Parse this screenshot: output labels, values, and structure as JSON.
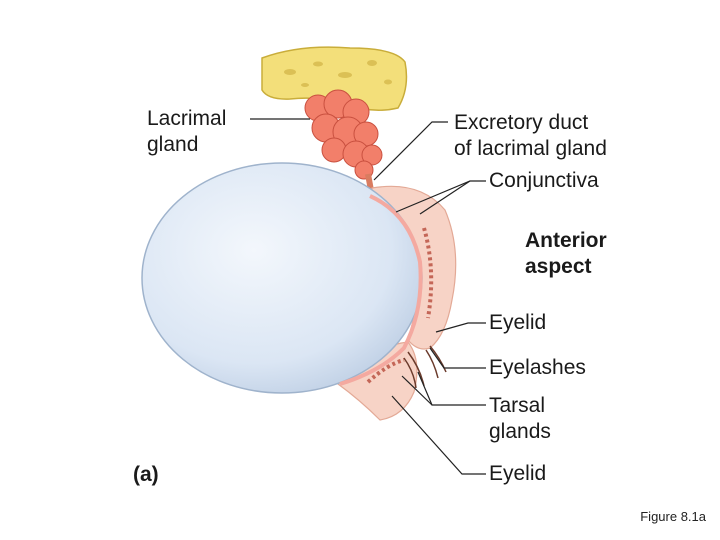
{
  "labels": {
    "lacrimal_gland": [
      "Lacrimal",
      "gland"
    ],
    "excretory_duct": [
      "Excretory duct",
      "of lacrimal gland"
    ],
    "conjunctiva": "Conjunctiva",
    "anterior_aspect": [
      "Anterior",
      "aspect"
    ],
    "eyelid_upper": "Eyelid",
    "eyelashes": "Eyelashes",
    "tarsal_glands": [
      "Tarsal",
      "glands"
    ],
    "eyelid_lower": "Eyelid",
    "panel": "(a)"
  },
  "caption": "Figure 8.1a",
  "colors": {
    "eyeball": "#dbe6f4",
    "eyeball_edge": "#9fb3cc",
    "bone": "#f3df7a",
    "gland": "#f27f6a",
    "eyelid": "#f7d3c6",
    "conjunctiva": "#f4a9a0",
    "leader_line": "#222222"
  }
}
